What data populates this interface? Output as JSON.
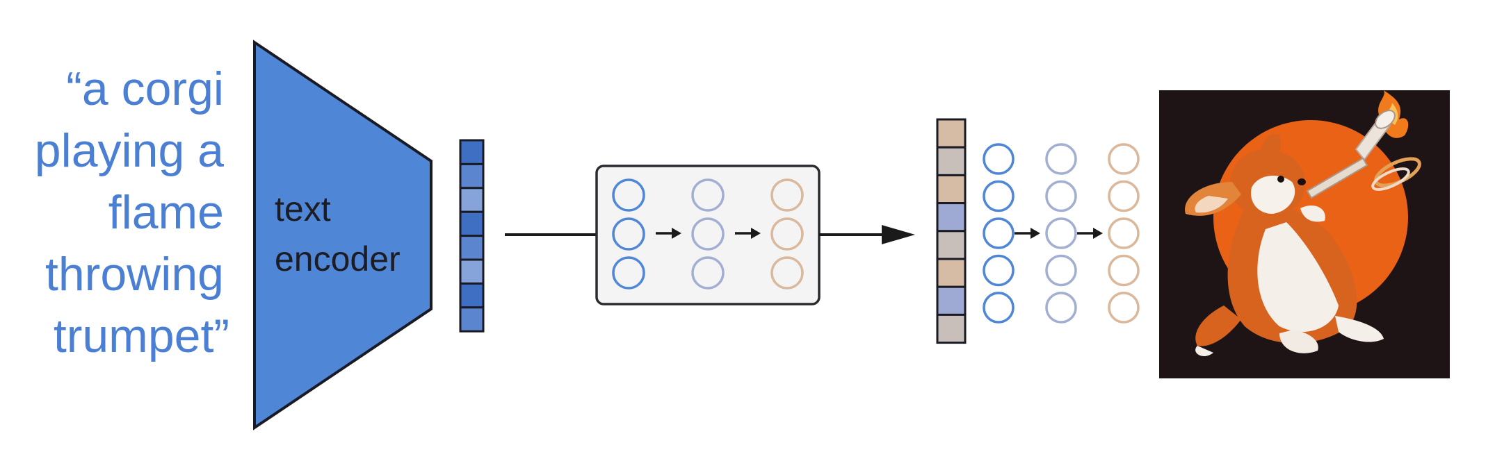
{
  "prompt": {
    "lines": [
      "“a corgi",
      "playing a",
      "flame",
      "throwing",
      "trumpet”"
    ]
  },
  "encoder": {
    "label_lines": [
      "text",
      "encoder"
    ]
  },
  "colors": {
    "encoder_fill": "#4f86d6",
    "encoder_stroke": "#1a1a24",
    "prompt_text": "#4a7fd4",
    "embedding_blue_dark": "#3e6fc2",
    "embedding_blue_mid": "#5b86cf",
    "embedding_blue_light": "#86a4da",
    "neuron_blue": "#4f86d6",
    "neuron_lavender": "#a3aed3",
    "neuron_tan": "#d9b89c",
    "latent_tan": "#d7bca5",
    "latent_gray": "#c8bfba",
    "latent_lavender": "#9eaad3",
    "box_fill": "#f4f4f5",
    "box_stroke": "#2a2a30",
    "arrow": "#1a1a1a",
    "image_bg": "#1f1415",
    "sun_orange": "#ea6216"
  },
  "text_embedding": {
    "cells": [
      "dark",
      "mid",
      "light",
      "dark",
      "mid",
      "light",
      "dark",
      "mid"
    ]
  },
  "prior_network": {
    "columns": [
      "blue",
      "lavender",
      "tan"
    ],
    "nodes_per_column": 3
  },
  "image_embedding": {
    "cells": [
      "tan",
      "gray",
      "tan",
      "lavender",
      "gray",
      "tan",
      "lavender",
      "gray"
    ]
  },
  "decoder_network": {
    "columns": [
      "blue",
      "lavender",
      "tan"
    ],
    "nodes_per_column": 5
  },
  "output_image": {
    "subject_icon": "corgi-trumpet-illustration"
  }
}
